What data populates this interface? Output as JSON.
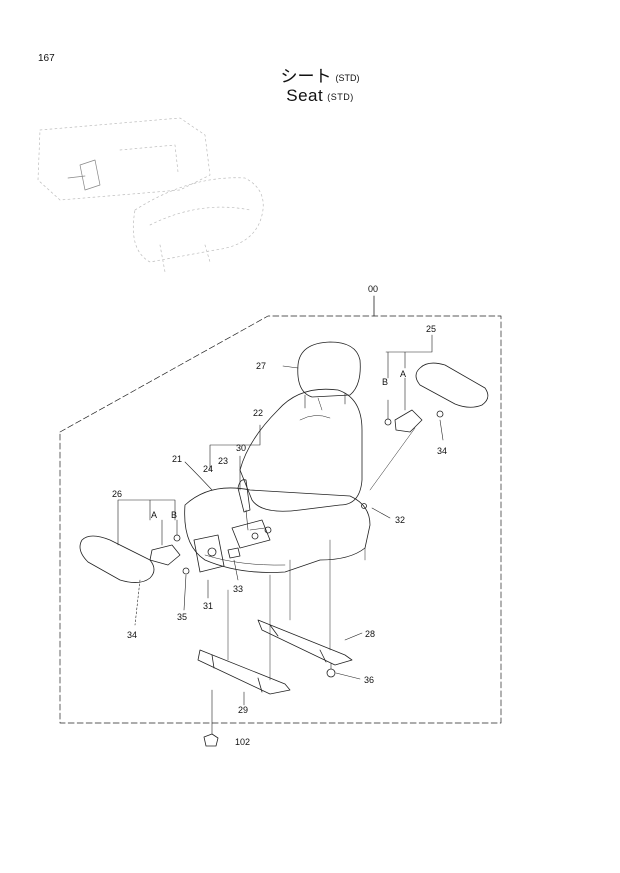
{
  "page": {
    "number": "167"
  },
  "title": {
    "jp": "シート",
    "jp_sub": "STD",
    "en": "Seat",
    "en_sub": "STD"
  },
  "callouts": {
    "c00": "00",
    "c21": "21",
    "c22": "22",
    "c23": "23",
    "c24": "24",
    "c25": "25",
    "c26": "26",
    "c27": "27",
    "c28": "28",
    "c29": "29",
    "c30": "30",
    "c31": "31",
    "c32": "32",
    "c33": "33",
    "c34a": "34",
    "c34b": "34",
    "c35": "35",
    "c36": "36",
    "c102": "102",
    "a_left": "A",
    "b_left": "B",
    "a_right": "A",
    "b_right": "B"
  }
}
